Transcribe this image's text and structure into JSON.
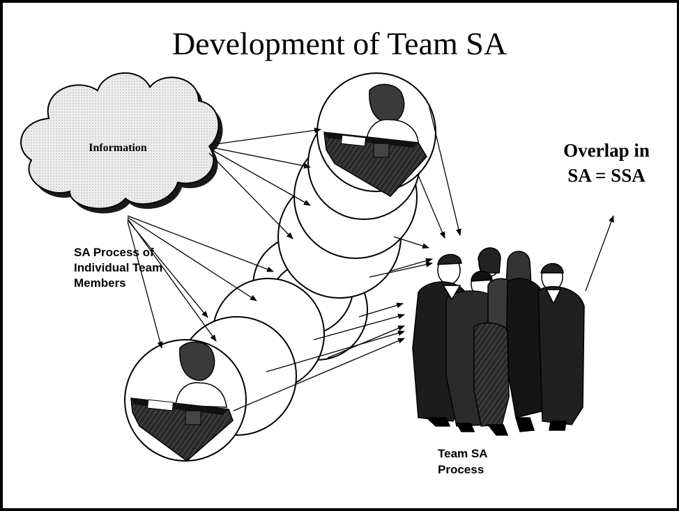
{
  "slide": {
    "title": "Development of Team SA",
    "cloud_label": "Information",
    "individual_process_label": [
      "SA Process of",
      "Individual Team",
      "Members"
    ],
    "team_process_label": [
      "Team SA",
      "Process"
    ],
    "overlap_label": [
      "Overlap in",
      "SA = SSA"
    ]
  }
}
